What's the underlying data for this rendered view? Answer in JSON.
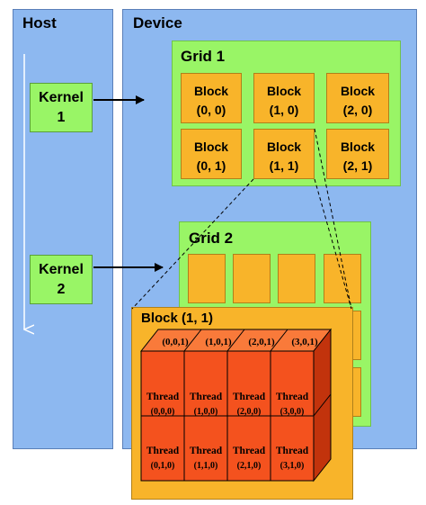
{
  "host": {
    "title": "Host"
  },
  "device": {
    "title": "Device"
  },
  "kernels": [
    {
      "line1": "Kernel",
      "line2": "1"
    },
    {
      "line1": "Kernel",
      "line2": "2"
    }
  ],
  "grid1": {
    "title": "Grid 1",
    "blocks": [
      {
        "line1": "Block",
        "line2": "(0, 0)"
      },
      {
        "line1": "Block",
        "line2": "(1, 0)"
      },
      {
        "line1": "Block",
        "line2": "(2, 0)"
      },
      {
        "line1": "Block",
        "line2": "(0, 1)"
      },
      {
        "line1": "Block",
        "line2": "(1, 1)"
      },
      {
        "line1": "Block",
        "line2": "(2, 1)"
      }
    ]
  },
  "grid2": {
    "title": "Grid 2"
  },
  "block_detail": {
    "title": "Block (1, 1)",
    "top_labels": [
      "(0,0,1)",
      "(1,0,1)",
      "(2,0,1)",
      "(3,0,1)"
    ],
    "thread_word": "Thread",
    "row0": [
      "(0,0,0)",
      "(1,0,0)",
      "(2,0,0)",
      "(3,0,0)"
    ],
    "row1": [
      "(0,1,0)",
      "(1,1,0)",
      "(2,1,0)",
      "(3,1,0)"
    ]
  },
  "colors": {
    "panel": "#8db8f0",
    "grid": "#99f566",
    "block": "#f8b42a",
    "thread_front": "#f4521e",
    "thread_top": "#f97a3a",
    "thread_side": "#c2330c"
  }
}
